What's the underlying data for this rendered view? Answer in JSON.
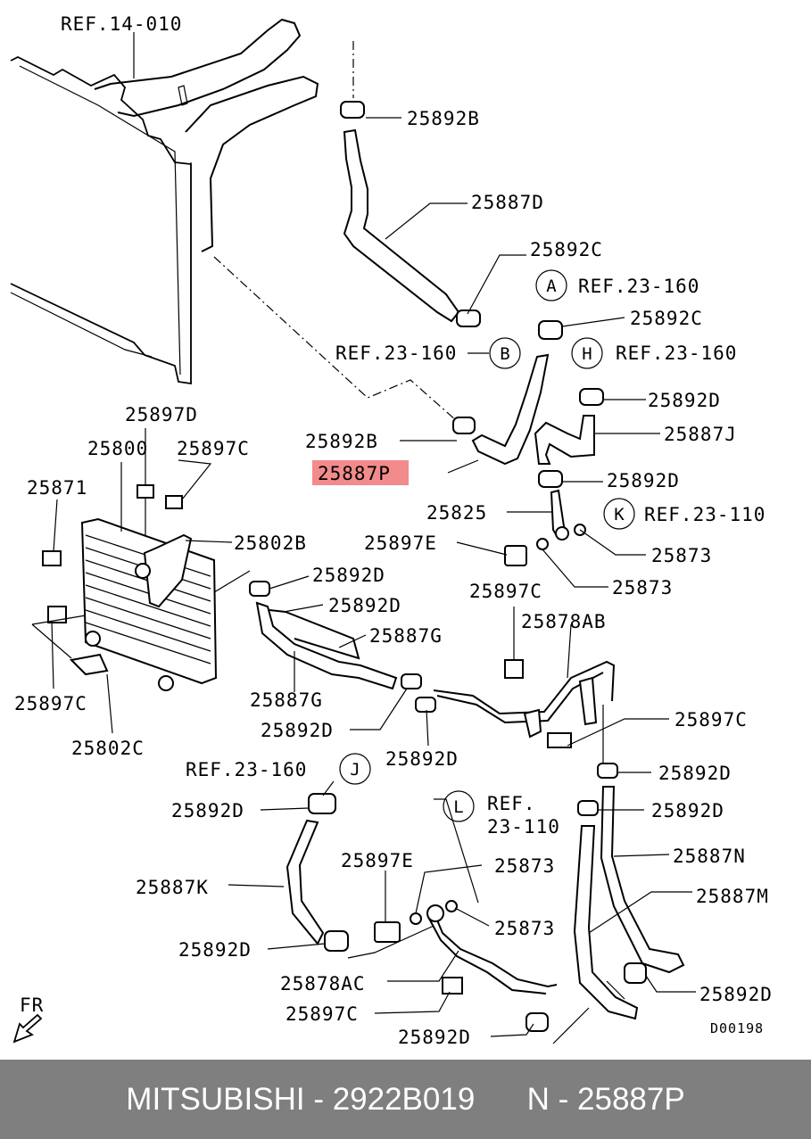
{
  "colors": {
    "highlight": "#f28b8b",
    "footer_bg": "#7f7f7f",
    "footer_text": "#ffffff"
  },
  "labels": {
    "ref_14_010": "REF.14-010",
    "p_25892B_top": "25892B",
    "p_25887D": "25887D",
    "p_25892C_a": "25892C",
    "circ_A": "A",
    "ref_23_160_a": "REF.23-160",
    "p_25892C_b": "25892C",
    "ref_23_160_b": "REF.23-160",
    "circ_B": "B",
    "circ_H": "H",
    "ref_23_160_h": "REF.23-160",
    "p_25892D_h": "25892D",
    "p_25897D": "25897D",
    "p_25892B_mid": "25892B",
    "p_25887J": "25887J",
    "p_25800": "25800",
    "p_25897C_top": "25897C",
    "p_25887P": "25887P",
    "p_25892D_j": "25892D",
    "p_25871": "25871",
    "p_25825": "25825",
    "circ_K": "K",
    "ref_23_110_k": "REF.23-110",
    "p_25802B": "25802B",
    "p_25897E_top": "25897E",
    "p_25873_a": "25873",
    "p_25892D_g1": "25892D",
    "p_25873_b": "25873",
    "p_25892D_g2": "25892D",
    "p_25897C_mid": "25897C",
    "p_25887G_a": "25887G",
    "p_25878AB": "25878AB",
    "p_25897C_left": "25897C",
    "p_25887G_b": "25887G",
    "p_25897C_right": "25897C",
    "p_25892D_g3": "25892D",
    "p_25802C": "25802C",
    "p_25892D_g4": "25892D",
    "ref_23_160_j": "REF.23-160",
    "circ_J": "J",
    "p_25892D_n": "25892D",
    "circ_L": "L",
    "ref_L_1": "REF.",
    "ref_L_2": "23-110",
    "p_25892D_k": "25892D",
    "p_25892D_n2": "25892D",
    "p_25897E_bot": "25897E",
    "p_25873_c": "25873",
    "p_25887N": "25887N",
    "p_25887K": "25887K",
    "p_25887M": "25887M",
    "p_25873_d": "25873",
    "p_25892D_k2": "25892D",
    "p_25878AC": "25878AC",
    "p_25892D_m": "25892D",
    "p_25897C_bot": "25897C",
    "p_25892D_bot": "25892D",
    "fr": "FR",
    "diagram_code": "D00198"
  },
  "footer": {
    "text": "MITSUBISHI - 2922B019      N - 25887P"
  }
}
